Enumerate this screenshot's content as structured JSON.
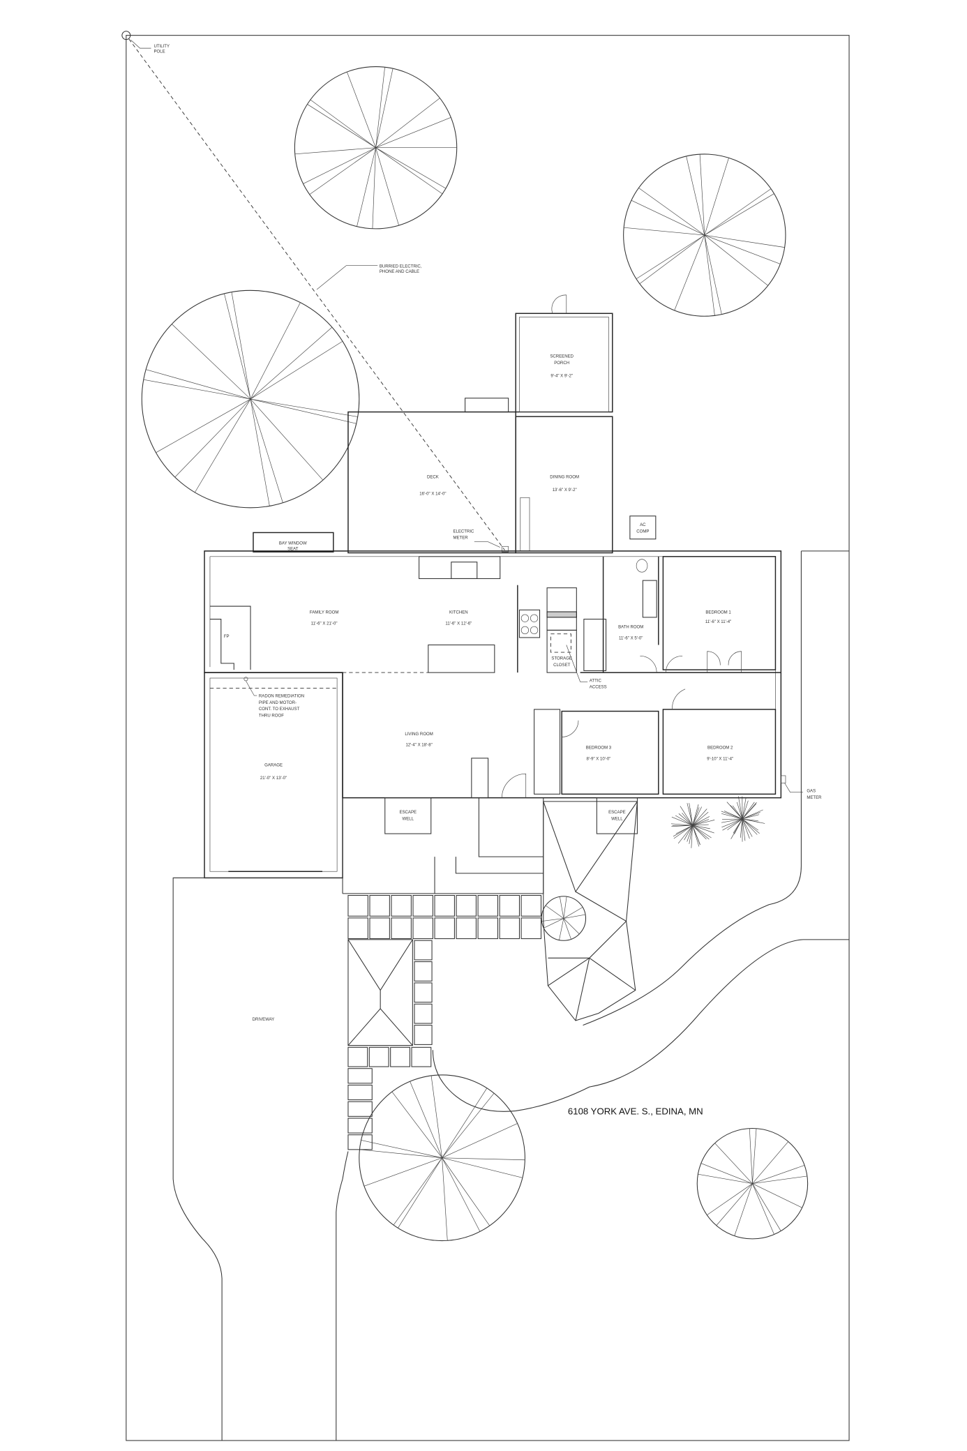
{
  "site": {
    "address": "6108 YORK AVE. S., EDINA, MN",
    "utility_pole": [
      "UTILITY",
      "POLE"
    ],
    "buried_line": [
      "BURRIED ELECTRIC,",
      "PHONE AND CABLE"
    ],
    "electric_meter": [
      "ELECTRIC",
      "METER"
    ],
    "gas_meter": [
      "GAS",
      "METER"
    ],
    "ac_comp": [
      "AC",
      "COMP"
    ],
    "driveway": "DRIVEWAY",
    "escape_well": [
      "ESCAPE",
      "WELL"
    ],
    "radon_note": [
      "RADON REMEDIATION",
      "PIPE AND MOTOR-",
      "CONT. TO EXHAUST",
      "THRU ROOF"
    ],
    "attic_access": [
      "ATTIC",
      "ACCESS"
    ],
    "storage_closet": [
      "STORAGE",
      "CLOSET"
    ],
    "bay_window": [
      "BAY WINDOW",
      "SEAT"
    ],
    "fireplace": "FP"
  },
  "rooms": {
    "screened_porch": {
      "name": [
        "SCREENED",
        "PORCH"
      ],
      "dims": "9'-4\" X 9'-2\""
    },
    "deck": {
      "name": "DECK",
      "dims": "16'-0\" X 14'-0\""
    },
    "dining_room": {
      "name": "DINING ROOM",
      "dims": "13'-6\" X 9'-2\""
    },
    "family_room": {
      "name": "FAMILY ROOM",
      "dims": "11'-6\" X 21'-0\""
    },
    "kitchen": {
      "name": "KITCHEN",
      "dims": "11'-6\" X 12'-6\""
    },
    "bath_room": {
      "name": "BATH ROOM",
      "dims": "11'-6\" X 5'-0\""
    },
    "bedroom_1": {
      "name": "BEDROOM 1",
      "dims": "11'-6\" X 11'-4\""
    },
    "bedroom_2": {
      "name": "BEDROOM 2",
      "dims": "9'-10\" X 11'-4\""
    },
    "bedroom_3": {
      "name": "BEDROOM 3",
      "dims": "8'-9\" X 10'-0\""
    },
    "living_room": {
      "name": "LIVING ROOM",
      "dims": "12'-4\" X 18'-8\""
    },
    "garage": {
      "name": "GARAGE",
      "dims": "21'-0\" X 13'-0\""
    }
  },
  "trees": [
    {
      "kind": "deciduous",
      "spokes": 16
    },
    {
      "kind": "deciduous",
      "spokes": 16
    },
    {
      "kind": "deciduous",
      "spokes": 16
    },
    {
      "kind": "deciduous",
      "spokes": 16
    },
    {
      "kind": "deciduous",
      "spokes": 14
    },
    {
      "kind": "small",
      "spokes": 10
    },
    {
      "kind": "shrub",
      "spokes": 36
    },
    {
      "kind": "shrub",
      "spokes": 36
    }
  ]
}
